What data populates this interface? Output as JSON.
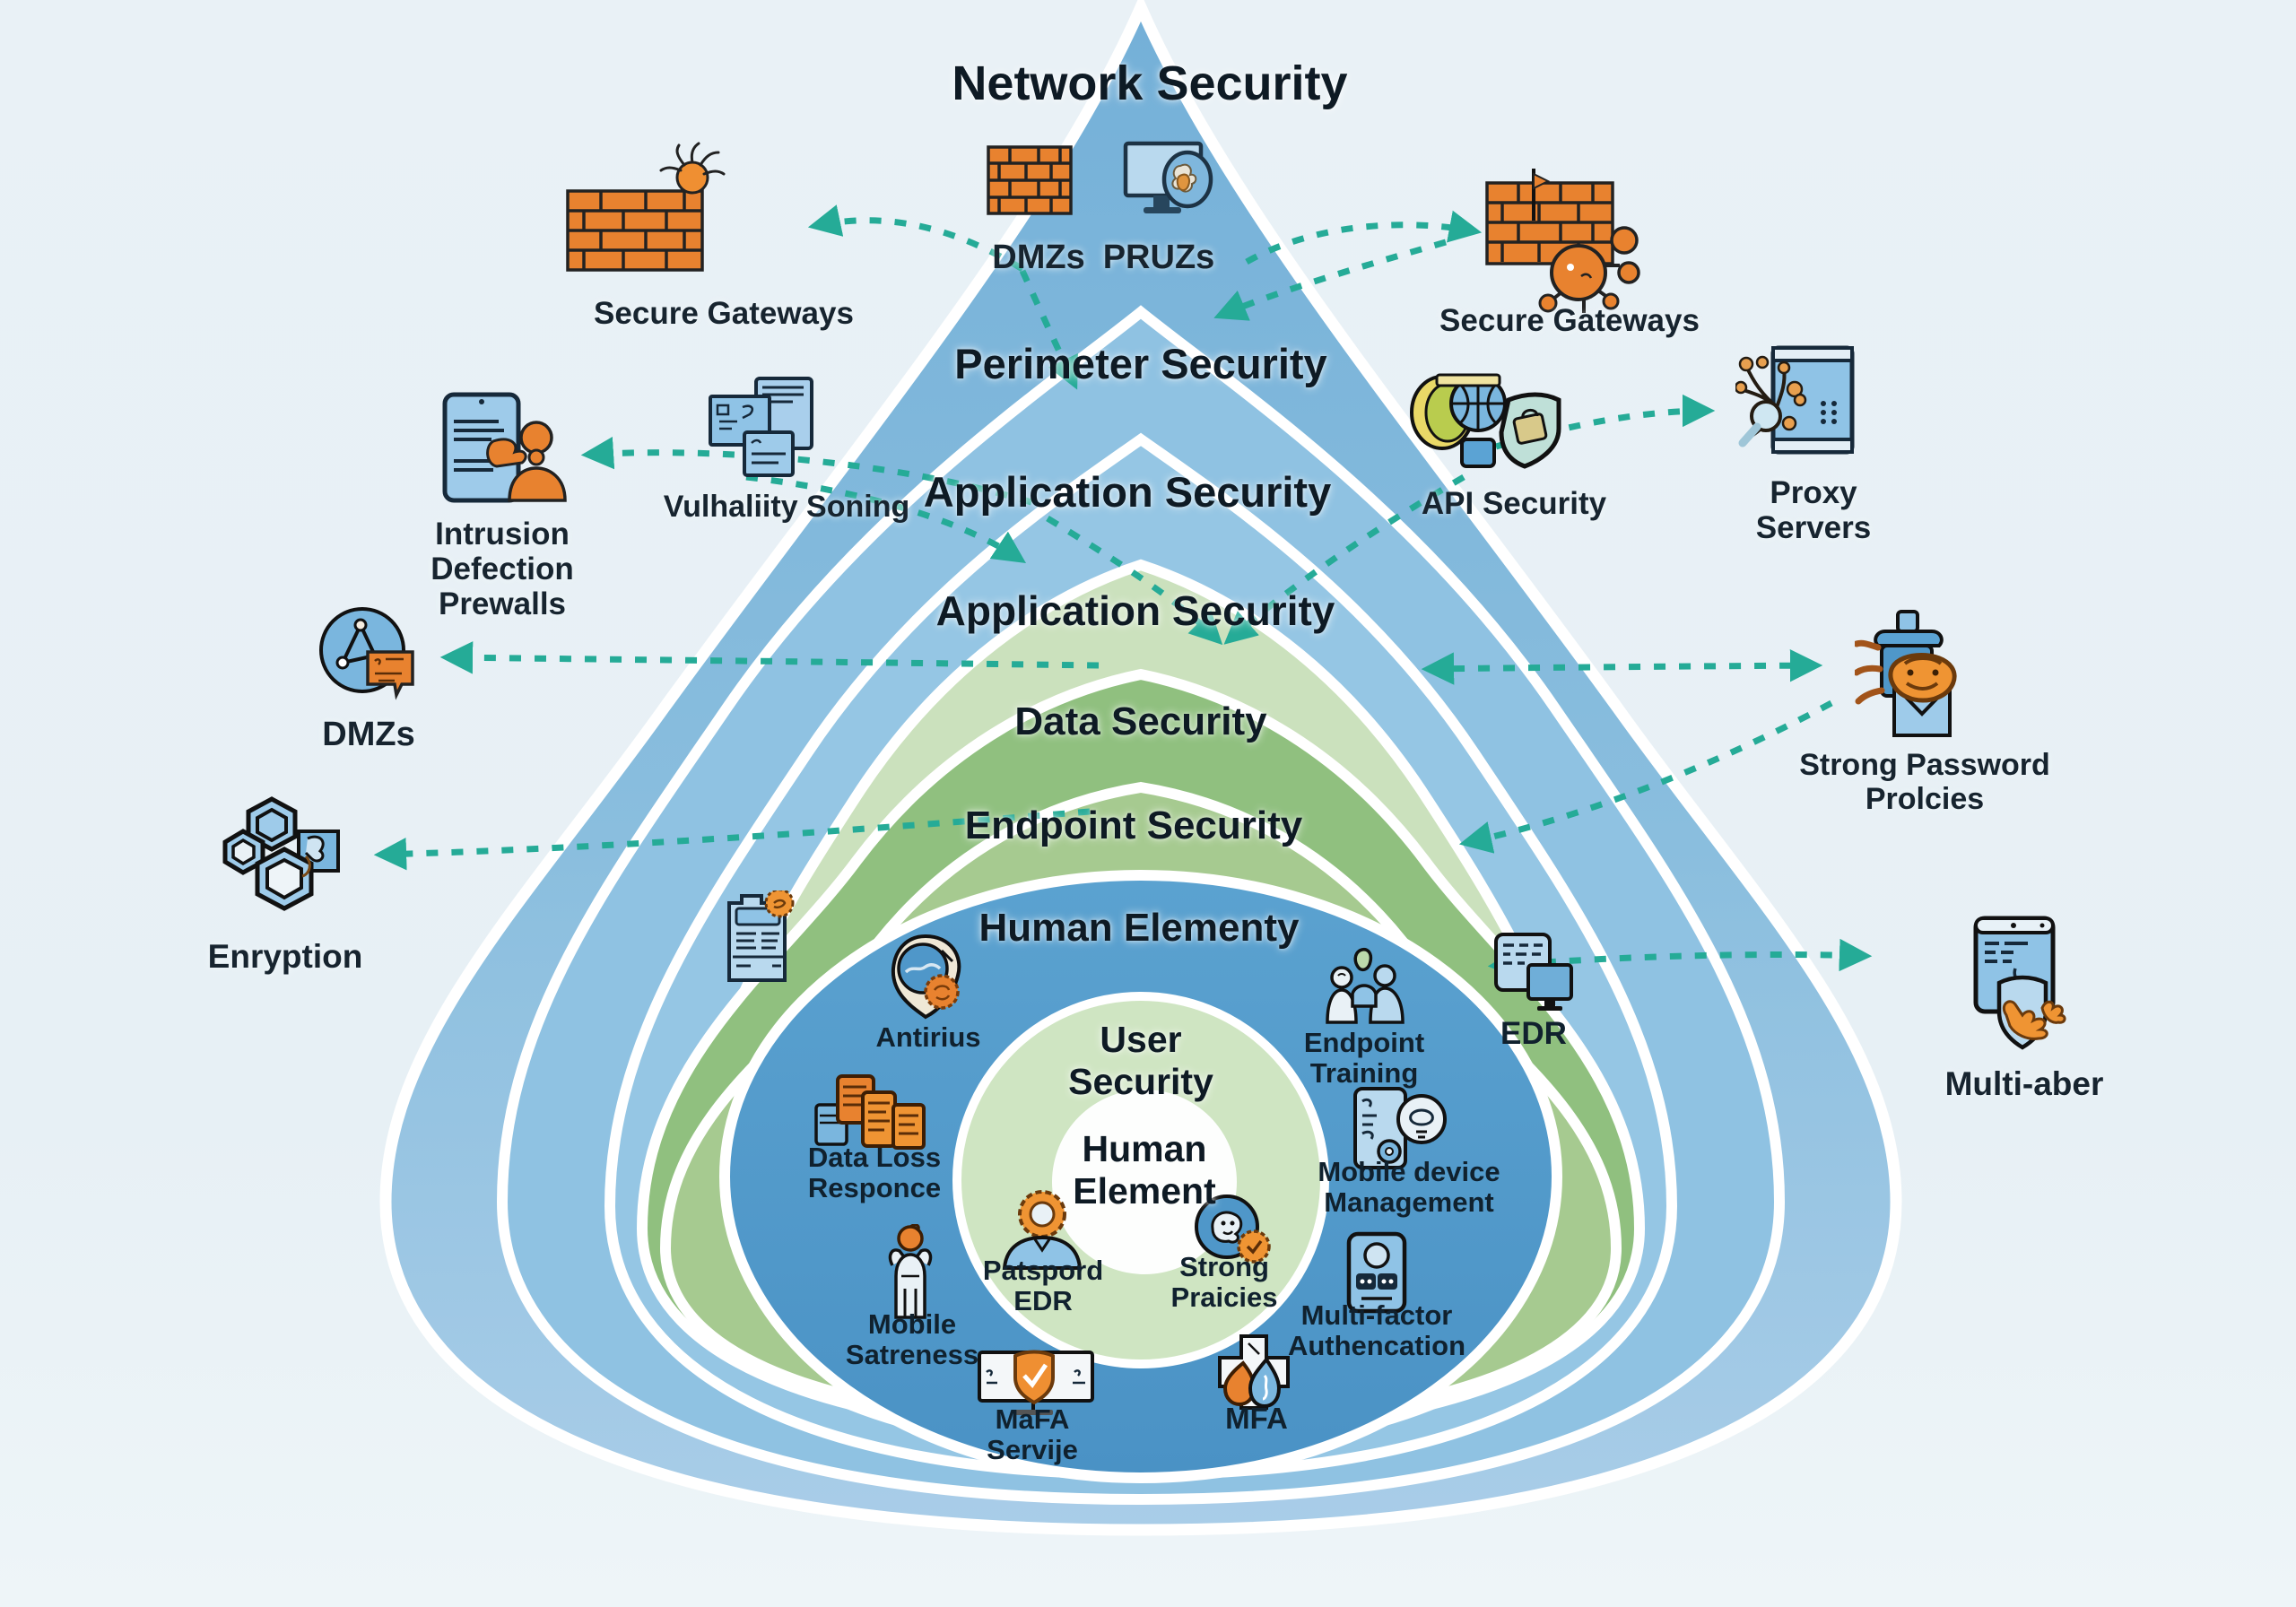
{
  "title": "Network Security",
  "colors": {
    "background": "#e9f1f6",
    "layer_network_blue": "#7fb7dc",
    "layer_perimeter_blue": "#8fc2e2",
    "layer_application_blue": "#95c6e4",
    "layer_application_green": "#cbe1bd",
    "layer_data_green": "#90c07f",
    "layer_endpoint_green": "#a6ca90",
    "human_circle_blue": "#4f97c9",
    "user_circle_green": "#cfe5c2",
    "center_circle": "#fdfefd",
    "arrow_teal": "#25ab97",
    "icon_orange": "#e8822f",
    "icon_blue": "#8fc3e6",
    "text": "#10212e"
  },
  "rings": {
    "perimeter": "Perimeter Security",
    "application_outer": "Application Security",
    "application_inner": "Application Security",
    "data": "Data Security",
    "endpoint": "Endpoint Security",
    "human_ring": "Human Elementy",
    "user_line1": "User",
    "user_line2": "Security",
    "center_line1": "Human",
    "center_line2": "Element"
  },
  "top_items": [
    {
      "label": "DMZs",
      "icon": "brick-wall"
    },
    {
      "label": "PRUZs",
      "icon": "monitor-virus"
    }
  ],
  "left_items": [
    {
      "label": "Secure Gateways",
      "icon": "firewall-flame"
    },
    {
      "line1": "Intrusion",
      "line2": "Defection",
      "line3": "Prewalls",
      "icon": "tablet-person"
    },
    {
      "label": "Vulhaliity Soning",
      "icon": "scan-documents"
    },
    {
      "label": "DMZs",
      "icon": "network-chat-bubble"
    },
    {
      "label": "Enryption",
      "icon": "hexagons"
    }
  ],
  "right_items": [
    {
      "label": "Secure Gateways",
      "icon": "firewall-virus"
    },
    {
      "label": "API Security",
      "icon": "globe-shield-lock"
    },
    {
      "line1": "Proxy",
      "line2": "Servers",
      "icon": "server-window-branches"
    },
    {
      "line1": "Strong Password",
      "line2": "Prolcies",
      "icon": "jug-shield-envelope"
    },
    {
      "label": "Multi-aber",
      "icon": "phone-shield-hands"
    }
  ],
  "inner_items": [
    {
      "label": "Antirius",
      "icon": "swirl-virus"
    },
    {
      "line1": "Endpoint",
      "line2": "Training",
      "icon": "people-group"
    },
    {
      "label": "EDR",
      "icon": "tablet-monitor"
    },
    {
      "line1": "Data Loss",
      "line2": "Responce",
      "icon": "orange-folders"
    },
    {
      "line1": "Mobile device",
      "line2": "Management",
      "icon": "phone-bulb-gear"
    },
    {
      "line1": "Patspord",
      "line2": "EDR",
      "icon": "person-sunburst"
    },
    {
      "line1": "Strong",
      "line2": "Praicies",
      "icon": "face-badge-check"
    },
    {
      "line1": "Mobile",
      "line2": "Satreness",
      "icon": "person-raised-arms"
    },
    {
      "line1": "Multi-factor",
      "line2": "Authencation",
      "icon": "phone-keypad-lock"
    },
    {
      "line1": "MaFA",
      "line2": "Servije",
      "icon": "monitor-shield-check"
    },
    {
      "label": "MFA",
      "icon": "cross-drops"
    }
  ]
}
